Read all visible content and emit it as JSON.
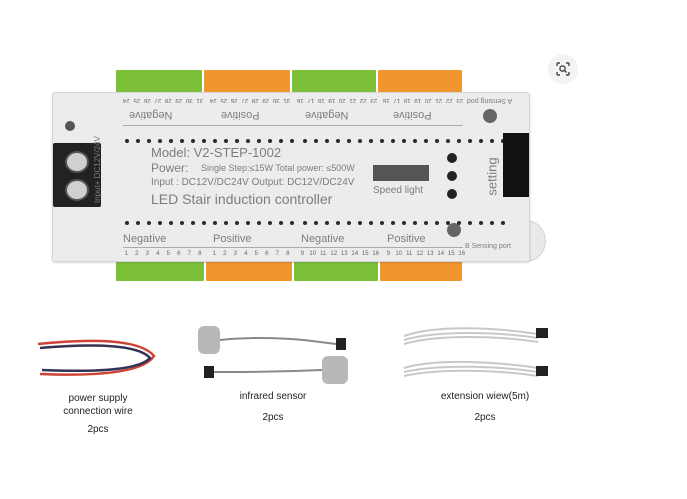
{
  "board": {
    "model": "Model: V2-STEP-1002",
    "power": "Power:",
    "power_detail": "Single Step:≤15W Total power: ≤500W",
    "input": "Input : DC12V/DC24V Output: DC12V/DC24V",
    "title": "LED Stair induction controller",
    "input_terminal": "Input+ DC12V/24V",
    "speed_light": "Speed light",
    "setting": "setting",
    "a_sensing": "A Sensing pod",
    "b_sensing": "B Sensing port",
    "negative": "Negative",
    "positive": "Positive",
    "top_labels": [
      "Negative",
      "Positive",
      "Negative",
      "Positive"
    ],
    "bottom_labels": [
      "Negative",
      "Positive",
      "Negative",
      "Positive"
    ],
    "bottom_pins": [
      [
        "1",
        "2",
        "3",
        "4",
        "5",
        "6",
        "7",
        "8"
      ],
      [
        "1",
        "2",
        "3",
        "4",
        "5",
        "6",
        "7",
        "8"
      ],
      [
        "9",
        "10",
        "11",
        "12",
        "13",
        "14",
        "15",
        "16"
      ],
      [
        "9",
        "10",
        "11",
        "12",
        "13",
        "14",
        "15",
        "16"
      ]
    ],
    "top_pins": [
      [
        "31",
        "30",
        "29",
        "28",
        "27",
        "26",
        "25",
        "24"
      ],
      [
        "31",
        "30",
        "29",
        "28",
        "27",
        "26",
        "25",
        "24"
      ],
      [
        "23",
        "22",
        "21",
        "20",
        "19",
        "18",
        "17",
        "16"
      ],
      [
        "23",
        "22",
        "21",
        "20",
        "19",
        "18",
        "17",
        "16"
      ]
    ]
  },
  "accessories": {
    "power_wire": {
      "line1": "power supply",
      "line2": "connection wire",
      "qty": "2pcs"
    },
    "infrared": {
      "name": "infrared sensor",
      "qty": "2pcs"
    },
    "extension": {
      "name": "extension wiew(5m)",
      "qty": "2pcs"
    }
  },
  "colors": {
    "green_terminal": "#7cc03a",
    "orange_terminal": "#f0962e",
    "board": "#ececec"
  },
  "icons": {
    "lens": "lens-search-icon"
  }
}
